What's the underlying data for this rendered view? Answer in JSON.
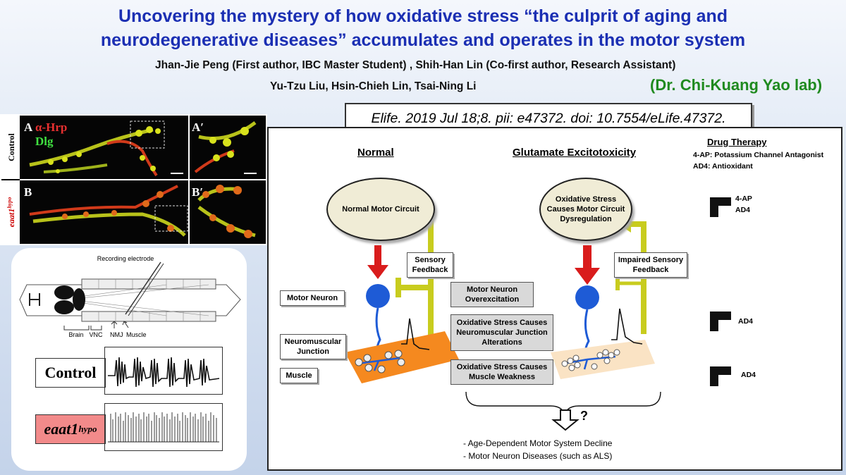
{
  "title_line1": "Uncovering the mystery of how oxidative stress “the culprit of aging and",
  "title_line2": "neurodegenerative  diseases” accumulates and operates in the motor system",
  "authors_line1": "Jhan-Jie Peng (First author, IBC Master Student) , Shih-Han Lin (Co-first author, Research Assistant)",
  "authors_line2": "Yu-Tzu Liu, Hsin-Chieh Lin, Tsai-Ning Li",
  "lab": "(Dr. Chi-Kuang Yao lab)",
  "citation": "Elife. 2019 Jul 18;8. pii: e47372. doi: 10.7554/eLife.47372.",
  "micrograph": {
    "label_A": "A",
    "label_A_prime": "A′",
    "label_B": "B",
    "label_B_prime": "B′",
    "stain_hrp": "α-Hrp",
    "stain_dlg": "Dlg",
    "row_control": "Control",
    "row_mutant_gene": "eaat1",
    "row_mutant_sup": "hypo"
  },
  "prep": {
    "recording_electrode": "Recording electrode",
    "brain": "Brain",
    "vnc": "VNC",
    "nmj": "NMJ",
    "muscle": "Muscle",
    "control_label": "Control",
    "mutant_gene": "eaat1",
    "mutant_sup": "hypo"
  },
  "diagram": {
    "normal_header": "Normal",
    "excito_header": "Glutamate Excitotoxicity",
    "drug_header": "Drug Therapy",
    "drug_line1": "4-AP: Potassium Channel Antagonist",
    "drug_line2": "AD4:  Antioxidant",
    "normal_circuit": "Normal Motor Circuit",
    "stress_circuit": "Oxidative Stress Causes Motor Circuit Dysregulation",
    "sensory_feedback": "Sensory Feedback",
    "impaired_feedback": "Impaired Sensory Feedback",
    "motor_neuron": "Motor Neuron",
    "nmj": "Neuromuscular Junction",
    "muscle": "Muscle",
    "overexcitation": "Motor Neuron Overexcitation",
    "nmj_alterations": "Oxidative Stress Causes Neuromuscular Junction Alterations",
    "muscle_weakness": "Oxidative Stress Causes Muscle Weakness",
    "drug1_a": "4-AP",
    "drug1_b": "AD4",
    "drug2": "AD4",
    "drug3": "AD4",
    "question": "?",
    "outcome1": "- Age-Dependent Motor System Decline",
    "outcome2": "- Motor Neuron Diseases (such as ALS)"
  },
  "colors": {
    "title": "#1b2fb3",
    "lab": "#1f8a1f",
    "neuron": "#1e5bd6",
    "arrow": "#d91c1c",
    "feedback": "#c8cc1e",
    "muscle_normal": "#f5891f",
    "muscle_weak": "#fae3c4"
  }
}
